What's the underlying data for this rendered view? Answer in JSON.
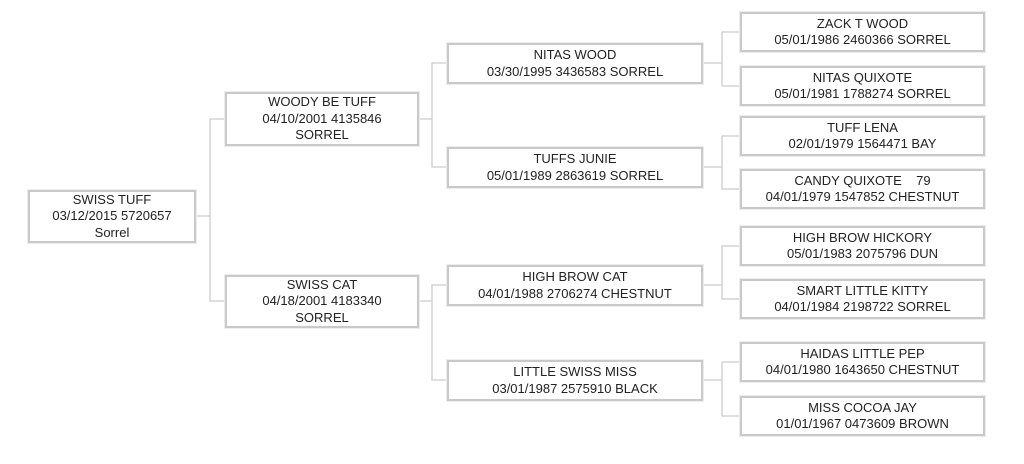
{
  "colors": {
    "background": "#ffffff",
    "box_border": "#c9c9c9",
    "connector_line": "#cccccc",
    "text": "#222222"
  },
  "nodes": {
    "subject": {
      "name": "SWISS TUFF",
      "details": "03/12/2015 5720657",
      "color_line": "Sorrel"
    },
    "sire": {
      "name": "WOODY BE TUFF",
      "details": "04/10/2001 4135846",
      "color_line": "SORREL"
    },
    "dam": {
      "name": "SWISS CAT",
      "details": "04/18/2001 4183340",
      "color_line": "SORREL"
    },
    "sire_sire": {
      "name": "NITAS WOOD",
      "details": "03/30/1995 3436583 SORREL"
    },
    "sire_dam": {
      "name": "TUFFS JUNIE",
      "details": "05/01/1989 2863619 SORREL"
    },
    "dam_sire": {
      "name": "HIGH BROW CAT",
      "details": "04/01/1988 2706274 CHESTNUT"
    },
    "dam_dam": {
      "name": "LITTLE SWISS MISS",
      "details": "03/01/1987 2575910 BLACK"
    },
    "sire_sire_sire": {
      "name": "ZACK T WOOD",
      "details": "05/01/1986 2460366 SORREL"
    },
    "sire_sire_dam": {
      "name": "NITAS QUIXOTE",
      "details": "05/01/1981 1788274 SORREL"
    },
    "sire_dam_sire": {
      "name": "TUFF LENA",
      "details": "02/01/1979 1564471 BAY"
    },
    "sire_dam_dam": {
      "name": "CANDY QUIXOTE    79",
      "details": "04/01/1979 1547852 CHESTNUT"
    },
    "dam_sire_sire": {
      "name": "HIGH BROW HICKORY",
      "details": "05/01/1983 2075796 DUN"
    },
    "dam_sire_dam": {
      "name": "SMART LITTLE KITTY",
      "details": "04/01/1984 2198722 SORREL"
    },
    "dam_dam_sire": {
      "name": "HAIDAS LITTLE PEP",
      "details": "04/01/1980 1643650 CHESTNUT"
    },
    "dam_dam_dam": {
      "name": "MISS COCOA JAY",
      "details": "01/01/1967 0473609 BROWN"
    }
  }
}
